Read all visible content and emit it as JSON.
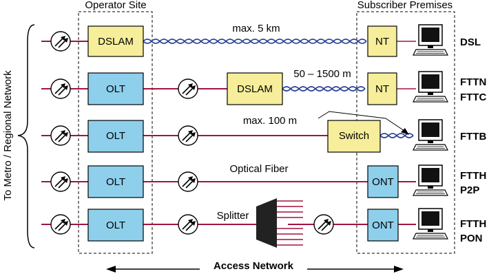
{
  "sections": {
    "operator_site": "Operator Site",
    "subscriber_premises": "Subscriber Premises"
  },
  "side_label": "To Metro / Regional Network",
  "bottom_label": "Access Network",
  "rows": [
    {
      "id": "dsl",
      "label_line1": "DSL",
      "label_line2": "",
      "head": "DSLAM",
      "mid": "",
      "far": "NT",
      "link": "max. 5 km",
      "medium": "copper"
    },
    {
      "id": "fttn",
      "label_line1": "FTTN",
      "label_line2": "FTTC",
      "head": "OLT",
      "mid": "DSLAM",
      "far": "NT",
      "link": "50 – 1500 m",
      "medium": "fiber+copper"
    },
    {
      "id": "fttb",
      "label_line1": "FTTB",
      "label_line2": "",
      "head": "OLT",
      "mid": "",
      "far": "Switch",
      "link": "max. 100 m",
      "medium": "fiber+copper"
    },
    {
      "id": "ftth-p2p",
      "label_line1": "FTTH",
      "label_line2": "P2P",
      "head": "OLT",
      "mid": "",
      "far": "ONT",
      "link": "Optical Fiber",
      "medium": "fiber"
    },
    {
      "id": "ftth-pon",
      "label_line1": "FTTH",
      "label_line2": "PON",
      "head": "OLT",
      "mid": "Splitter",
      "far": "ONT",
      "link": "",
      "medium": "fiber"
    }
  ],
  "colors": {
    "fiber": "#a0143c",
    "copper": "#2a3f95",
    "dslam_fill": "#f6ee9a",
    "olt_fill": "#8ecfec",
    "box_stroke": "#000000",
    "splitter_fill": "#222222"
  },
  "icons": [
    "transceiver-icon",
    "computer-icon",
    "splitter-icon"
  ]
}
